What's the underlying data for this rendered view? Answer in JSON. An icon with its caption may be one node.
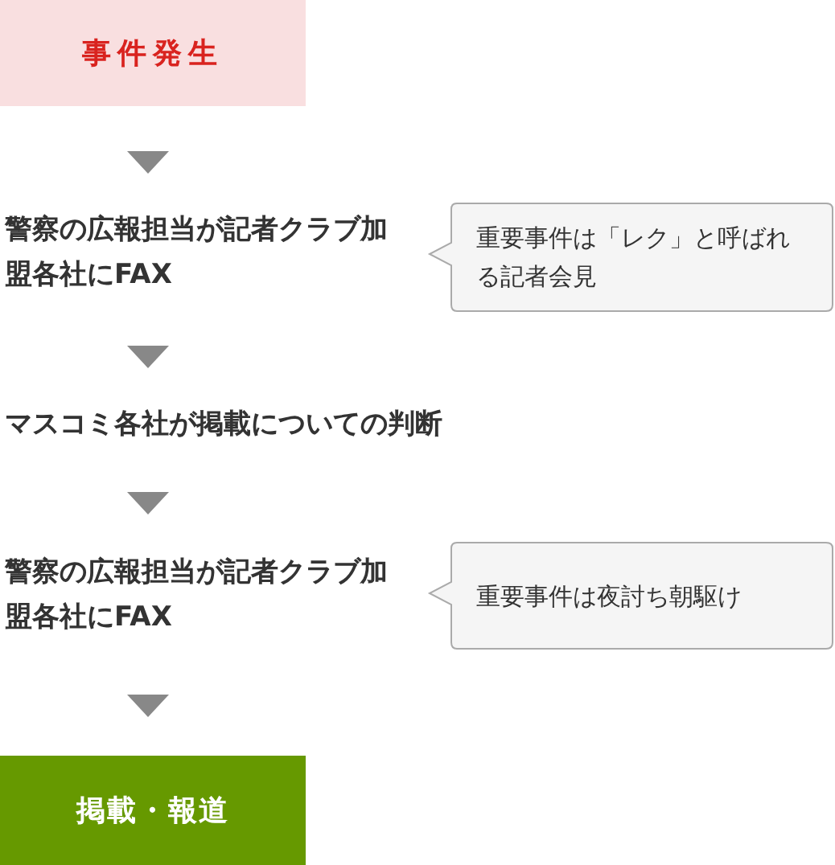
{
  "diagram": {
    "nodes": [
      {
        "text": [
          "事件発生"
        ]
      },
      {
        "text": [
          "警察の広報担当が記者クラブ加盟各社にFAX"
        ]
      },
      {
        "text": [
          "重要事件は「レク」と呼ばれる記者会見"
        ]
      },
      {
        "text": [
          "マスコミ各社が掲載についての判断"
        ]
      },
      {
        "text": [
          "警察の広報担当が記者クラブ加盟各社にFAX"
        ]
      },
      {
        "text": [
          "重要事件は夜討ち朝駆け"
        ]
      },
      {
        "text": [
          "掲載・報道"
        ]
      }
    ],
    "edges": [
      {
        "from": 0,
        "to": 1,
        "arrow": "to"
      },
      {
        "from": 1,
        "to": 3,
        "arrow": "to"
      },
      {
        "from": 3,
        "to": 4,
        "arrow": "to"
      },
      {
        "from": 4,
        "to": 6,
        "arrow": "to"
      }
    ]
  }
}
